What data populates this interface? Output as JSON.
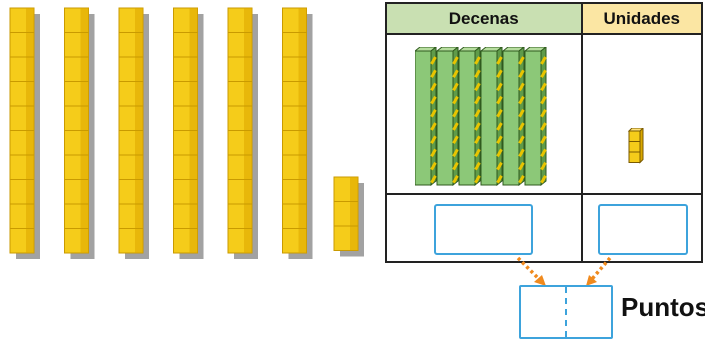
{
  "place_value_table": {
    "tens_header": "Decenas",
    "units_header": "Unidades",
    "tens_blocks_shown": 6,
    "units_cubes_shown": 3
  },
  "manipulatives": {
    "rods_of_ten": 6,
    "cubes_in_short_rod": 3
  },
  "result": {
    "label": "Puntos"
  },
  "colors": {
    "cube_yellow": "#f5cc1a",
    "tens_green": "#8cc878",
    "header_green": "#c9e0b2",
    "header_yellow": "#fbe6a3",
    "box_blue": "#3da3dc",
    "arrow_orange": "#f08a1e"
  }
}
